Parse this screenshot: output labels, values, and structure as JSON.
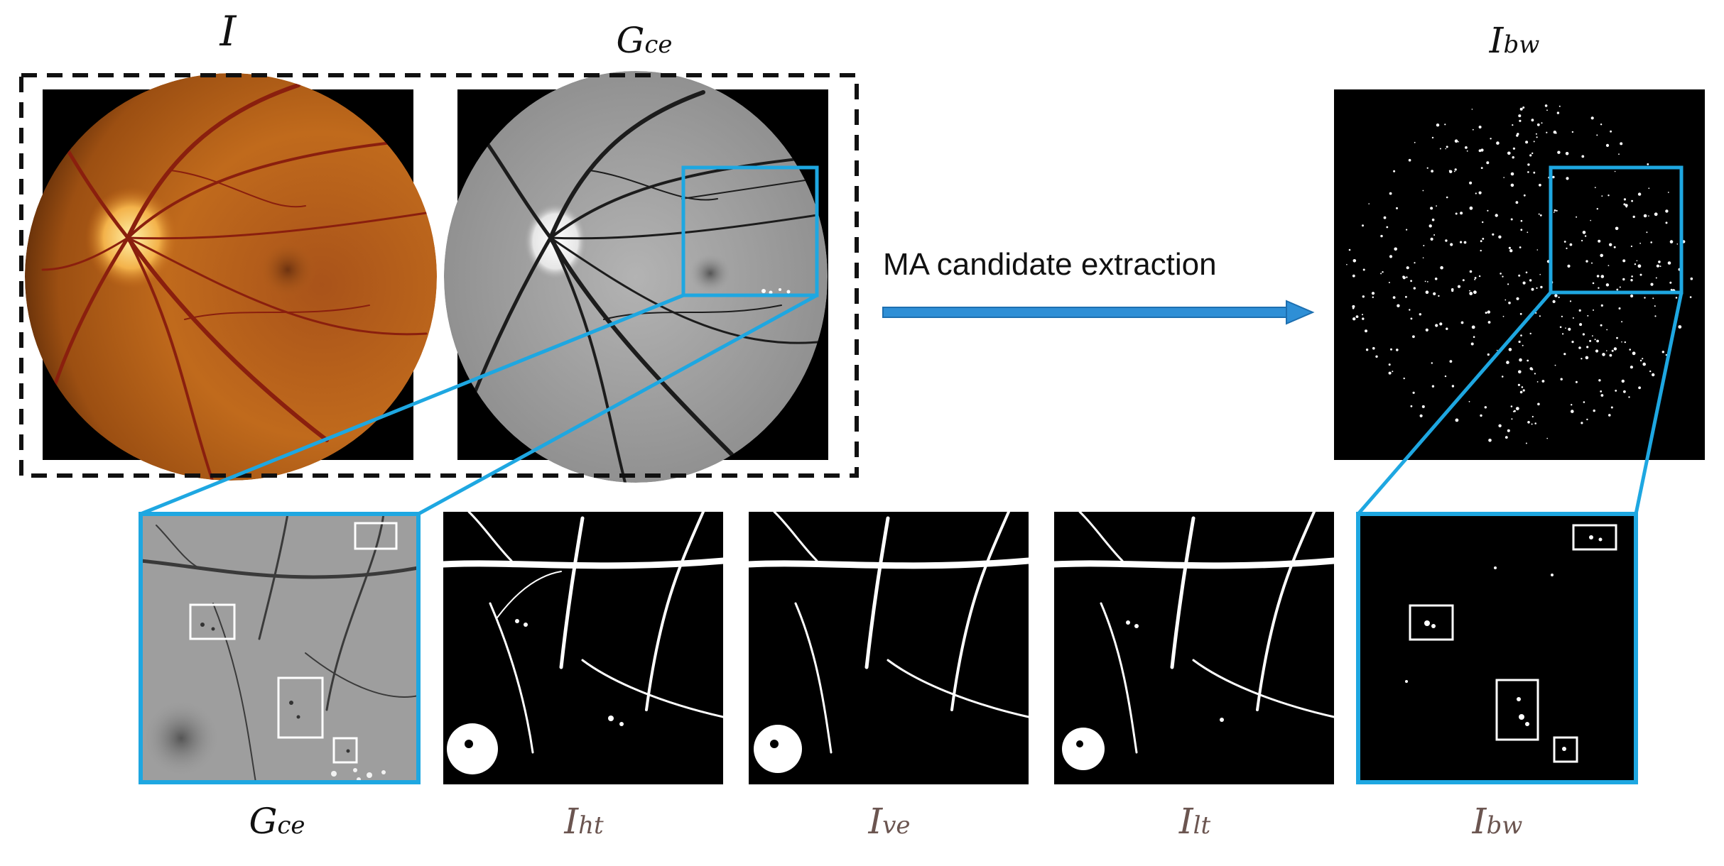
{
  "top_labels": {
    "input": "I",
    "gce_base": "G",
    "gce_sub": "ce",
    "bw_base": "I",
    "bw_sub": "bw"
  },
  "arrow_label": "MA candidate extraction",
  "bottom_labels": [
    {
      "base": "G",
      "sub": "ce",
      "color": "#111111"
    },
    {
      "base": "I",
      "sub": "ht",
      "color": "#6b5550"
    },
    {
      "base": "I",
      "sub": "ve",
      "color": "#6b5550"
    },
    {
      "base": "I",
      "sub": "lt",
      "color": "#6b5550"
    },
    {
      "base": "I",
      "sub": "bw",
      "color": "#6b5550"
    }
  ],
  "colors": {
    "highlight": "#1ea7e1",
    "arrow": "#2e8fd6",
    "dashed_box": "#111111",
    "marker_box": "#ffffff"
  }
}
